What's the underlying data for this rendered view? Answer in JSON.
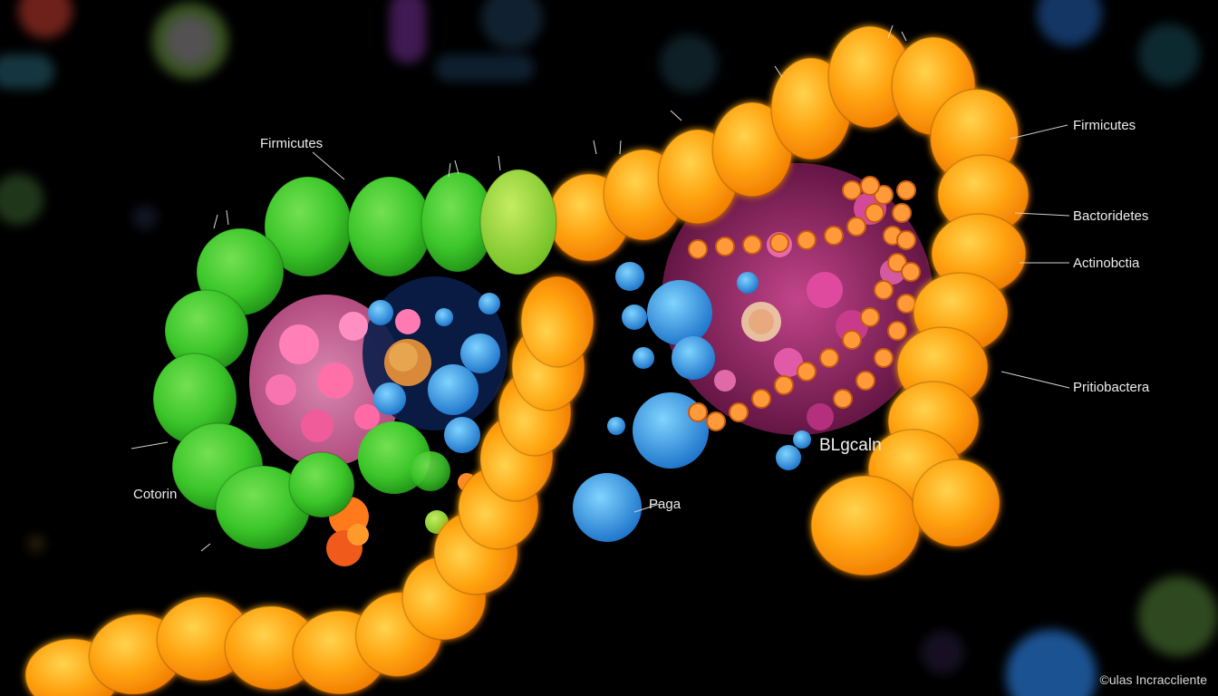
{
  "labels": {
    "firmicutes_left": "Firmicutes",
    "firmicutes_right": "Firmicutes",
    "bacteroidetes": "Bactoridetes",
    "actinobacteria": "Actinobctia",
    "proteobacteria": "Pritiobactera",
    "colon": "Cotorin",
    "phage": "Paga",
    "biofilm": "BLgcaln"
  },
  "credit": "©ulas Incraccliente",
  "palette": {
    "background": "#000000",
    "green_segment": "#3cc62a",
    "lime_segment": "#8fd23a",
    "orange_segment": "#ffa20f",
    "yellow_glow": "#ffd24a",
    "blue_cluster": "#2aa0e8",
    "pink_cell": "#f06aa8",
    "magenta_cell": "#c03a90"
  }
}
